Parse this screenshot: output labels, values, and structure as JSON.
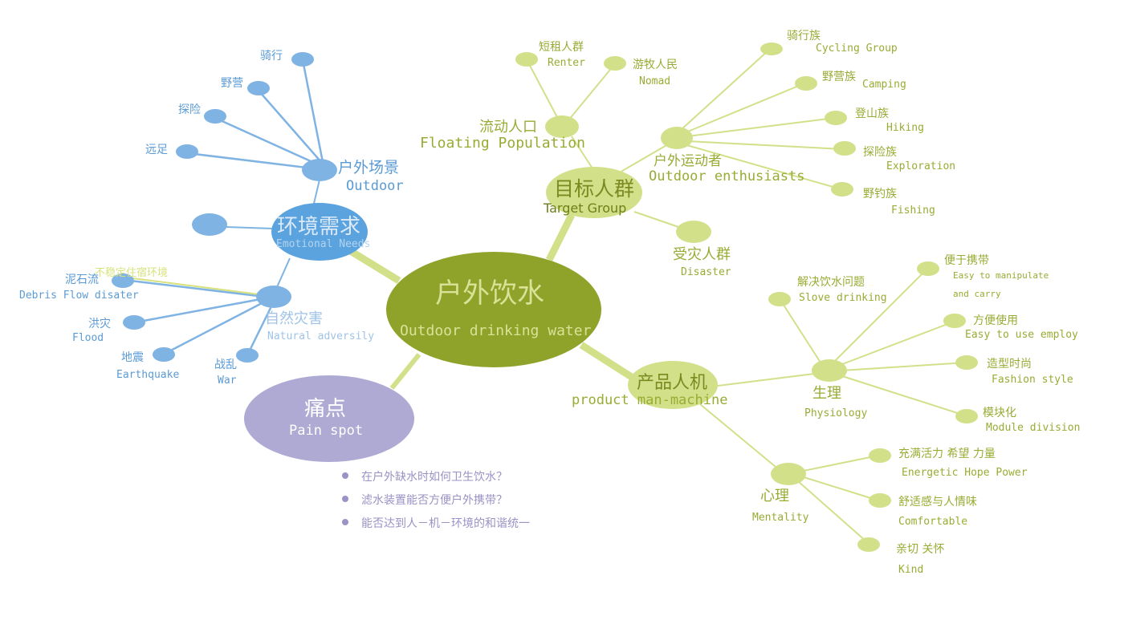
{
  "colors": {
    "blue_node": "#7fb3e3",
    "blue_line": "#7fb3e3",
    "green_node": "#d2e08a",
    "green_line": "#d2e08a",
    "center_fill": "#8fa32a",
    "pain_fill": "#aeaad3",
    "pain_text": "#9a92c4"
  },
  "center": {
    "cn": "户外饮水",
    "en": "Outdoor drinking water"
  },
  "environment": {
    "title_cn": "环境需求",
    "title_en": "Emotional Needs",
    "outdoor": {
      "cn": "户外场景",
      "en": "Outdoor",
      "items": [
        "骑行",
        "野营",
        "探险",
        "远足"
      ]
    },
    "unstable": "不稳定住宿环境",
    "disaster": {
      "cn": "自然灾害",
      "en": "Natural adversily",
      "items": [
        {
          "cn": "泥石流",
          "en": "Debris Flow disater"
        },
        {
          "cn": "洪灾",
          "en": "Flood"
        },
        {
          "cn": "地震",
          "en": "Earthquake"
        },
        {
          "cn": "战乱",
          "en": "War"
        }
      ]
    }
  },
  "target": {
    "title_cn": "目标人群",
    "title_en": "Target Group",
    "floating": {
      "cn": "流动人口",
      "en": "Floating Population",
      "items": [
        {
          "cn": "短租人群",
          "en": "Renter"
        },
        {
          "cn": "游牧人民",
          "en": "Nomad"
        }
      ]
    },
    "enthusiasts": {
      "cn": "户外运动者",
      "en": "Outdoor enthusiasts",
      "items": [
        {
          "cn": "骑行族",
          "en": "Cycling  Group"
        },
        {
          "cn": "野营族",
          "en": "Camping"
        },
        {
          "cn": "登山族",
          "en": "Hiking"
        },
        {
          "cn": "探险族",
          "en": "Exploration"
        },
        {
          "cn": "野钓族",
          "en": "Fishing"
        }
      ]
    },
    "disaster": {
      "cn": "受灾人群",
      "en": "Disaster"
    }
  },
  "product": {
    "title_cn": "产品人机",
    "title_en": "product man-machine",
    "physiology": {
      "cn": "生理",
      "en": "Physiology",
      "items": [
        {
          "cn": "解决饮水问题",
          "en": "Slove drinking"
        },
        {
          "cn": "便于携带",
          "en": "Easy to manipulate",
          "en2": "and carry"
        },
        {
          "cn": "方便使用",
          "en": "Easy to use employ"
        },
        {
          "cn": "造型时尚",
          "en": "Fashion style"
        },
        {
          "cn": "模块化",
          "en": "Module  division"
        }
      ]
    },
    "mentality": {
      "cn": "心理",
      "en": "Mentality",
      "items": [
        {
          "cn": "充满活力 希望 力量",
          "en": "Energetic  Hope  Power"
        },
        {
          "cn": "舒适感与人情味",
          "en": "Comfortable"
        },
        {
          "cn": "亲切 关怀",
          "en": "Kind"
        }
      ]
    }
  },
  "pain": {
    "cn": "痛点",
    "en": "Pain spot",
    "questions": [
      "在户外缺水时如何卫生饮水？",
      "滤水装置能否方便户外携带？",
      "能否达到人－机－环境的和谐统一"
    ]
  }
}
